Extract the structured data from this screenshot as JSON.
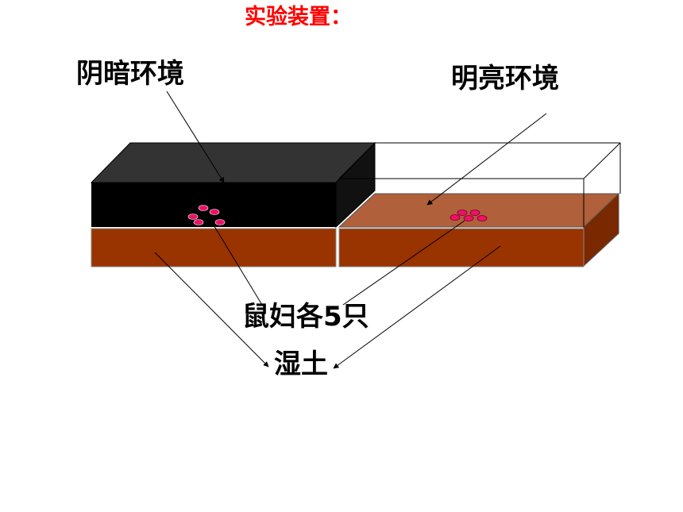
{
  "title": "实验装置：",
  "labels": {
    "dark_environment": "阴暗环境",
    "bright_environment": "明亮环境",
    "woodlice": "鼠妇各5只",
    "moist_soil": "湿土"
  },
  "colors": {
    "title": "#ff0000",
    "soil_front": "#993300",
    "soil_top_bright": "#b0603a",
    "soil_side": "#7a2800",
    "dark_cover_front": "#000000",
    "dark_cover_top": "#333333",
    "woodlouse": "#ee1166"
  },
  "woodlice_per_group": 5
}
